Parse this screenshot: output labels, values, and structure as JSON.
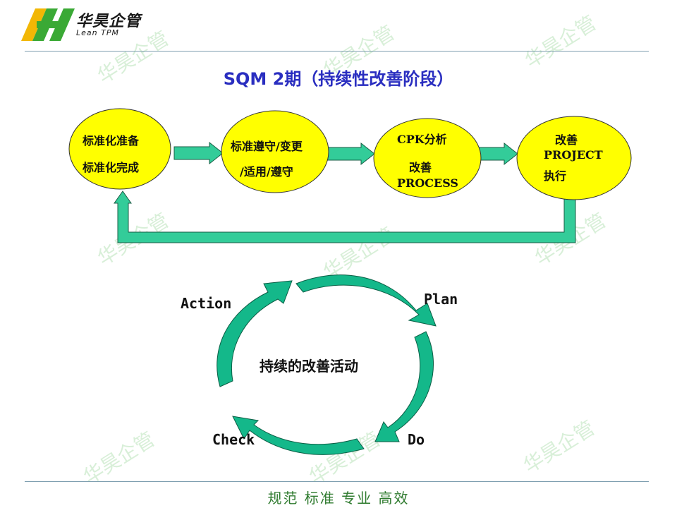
{
  "header": {
    "logo_cn": "华昊企管",
    "logo_en": "Lean TPM"
  },
  "title": "SQM 2期（持续性改善阶段）",
  "flow": {
    "node1": {
      "line1": "标准化准备",
      "line2": "标准化完成"
    },
    "node2": {
      "line1": "标准遵守/变更",
      "line2": "/适用/遵守"
    },
    "node3": {
      "line1": "CPK分析",
      "line2": "改善",
      "line3": "PROCESS"
    },
    "node4": {
      "line1": "改善",
      "line2": "PROJECT",
      "line3": "执行"
    }
  },
  "cycle": {
    "center": "持续的改善活动",
    "action": "Action",
    "plan": "Plan",
    "do": "Do",
    "check": "Check"
  },
  "footer": "规范 标准 专业 高效",
  "watermark": "华昊企管",
  "colors": {
    "node_fill": "#ffff00",
    "arrow_fill": "#33cc99",
    "cycle_fill": "#14b88a",
    "title": "#2a2ec0",
    "footer": "#2f7b2f"
  }
}
